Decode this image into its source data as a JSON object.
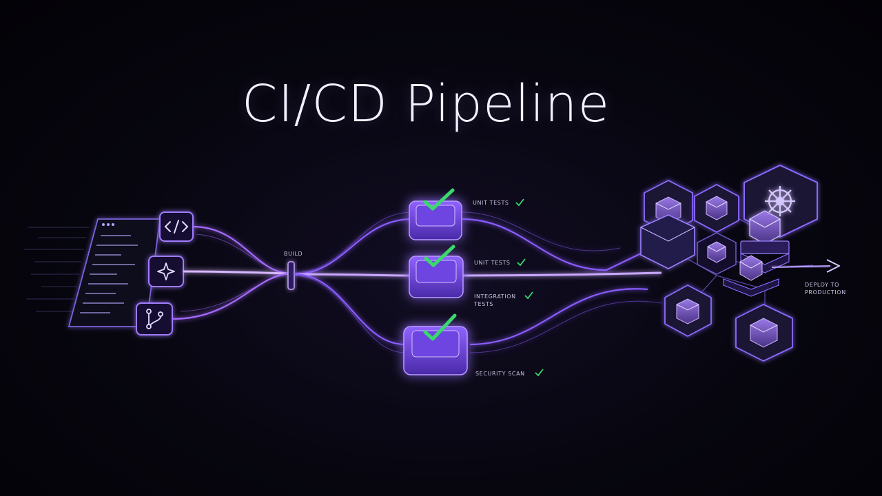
{
  "title": "CI/CD Pipeline",
  "stages": {
    "build": "BUILD",
    "unit_tests_1": "UNIT TESTS",
    "unit_tests_2": "UNIT TESTS",
    "integration_tests_line1": "INTEGRATION",
    "integration_tests_line2": "TESTS",
    "security_scan": "SECURITY SCAN",
    "deploy_line1": "DEPLOY TO",
    "deploy_line2": "PRODUCTION"
  },
  "icons": {
    "source_window": "code-editor-window-icon",
    "code": "code-brackets-icon",
    "compile": "sparkle-build-icon",
    "branch": "git-branch-icon",
    "check": "checkmark-icon",
    "container": "container-cube-icon",
    "orchestrator": "kubernetes-helm-icon",
    "deploy_arrow": "arrow-right-icon"
  },
  "colors": {
    "accent": "#a56bff",
    "glow": "#7b4dff",
    "check": "#39d96b",
    "text": "#f2f0ff"
  }
}
